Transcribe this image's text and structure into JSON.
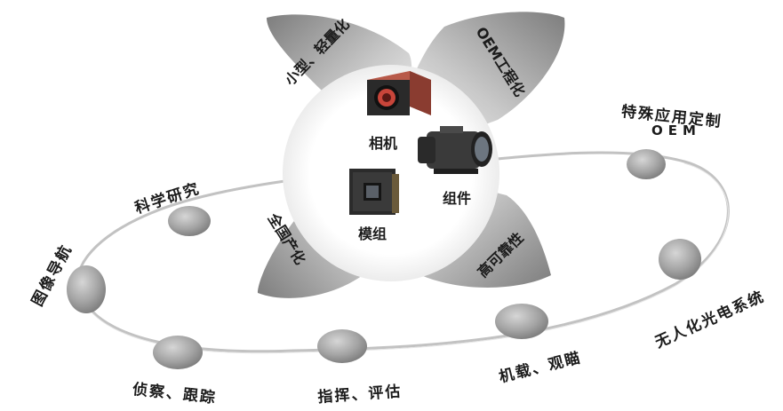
{
  "center": {
    "camera_label": "相机",
    "module_label": "模组",
    "assembly_label": "组件"
  },
  "petals": {
    "top_left": "小型、轻量化",
    "top_right": "OEM工程化",
    "bottom_left": "全国产化",
    "bottom_right": "高可靠性"
  },
  "applications": {
    "special_oem_line1": "特殊应用定制",
    "special_oem_line2": "OEM",
    "science": "科学研究",
    "navigation": "图像导航",
    "reconnaissance": "侦察、跟踪",
    "guidance": "指挥、评估",
    "airborne": "机载、观瞄",
    "uav": "无人化光电系统"
  },
  "colors": {
    "petal_dark": "#8f8f8f",
    "petal_light": "#f2f2f2",
    "node_gray": "#9a9a9a",
    "ring_line": "#c8c8c8",
    "text": "#1b1b1b"
  }
}
